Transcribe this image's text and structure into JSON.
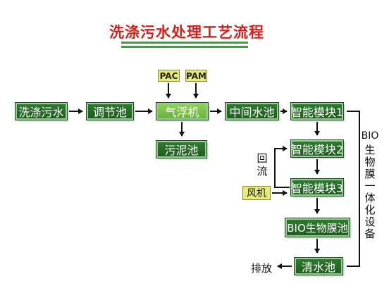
{
  "title": "洗涤污水处理工艺流程",
  "nodes": {
    "wash_water": "洗涤污水",
    "regulation_tank": "调节池",
    "air_flotation": "气浮机",
    "middle_tank": "中间水池",
    "smart_module_1": "智能模块1",
    "smart_module_2": "智能模块2",
    "smart_module_3": "智能模块3",
    "bio_membrane_tank": "BIO生物膜池",
    "clean_tank": "清水池",
    "sludge_tank": "污泥池"
  },
  "chemicals": {
    "pac": "PAC",
    "pam": "PAM"
  },
  "blower": "风机",
  "return_flow": "回流",
  "discharge": "排放",
  "equipment_label_top": "BIO",
  "equipment_label": "生物膜一体化设备",
  "colors": {
    "title": "#d4201c",
    "title_rule": "#3aa23a",
    "box_dark": "#1f5e1f",
    "box_light": "#6ab33a",
    "chem_fill": "#e6ec7a"
  }
}
